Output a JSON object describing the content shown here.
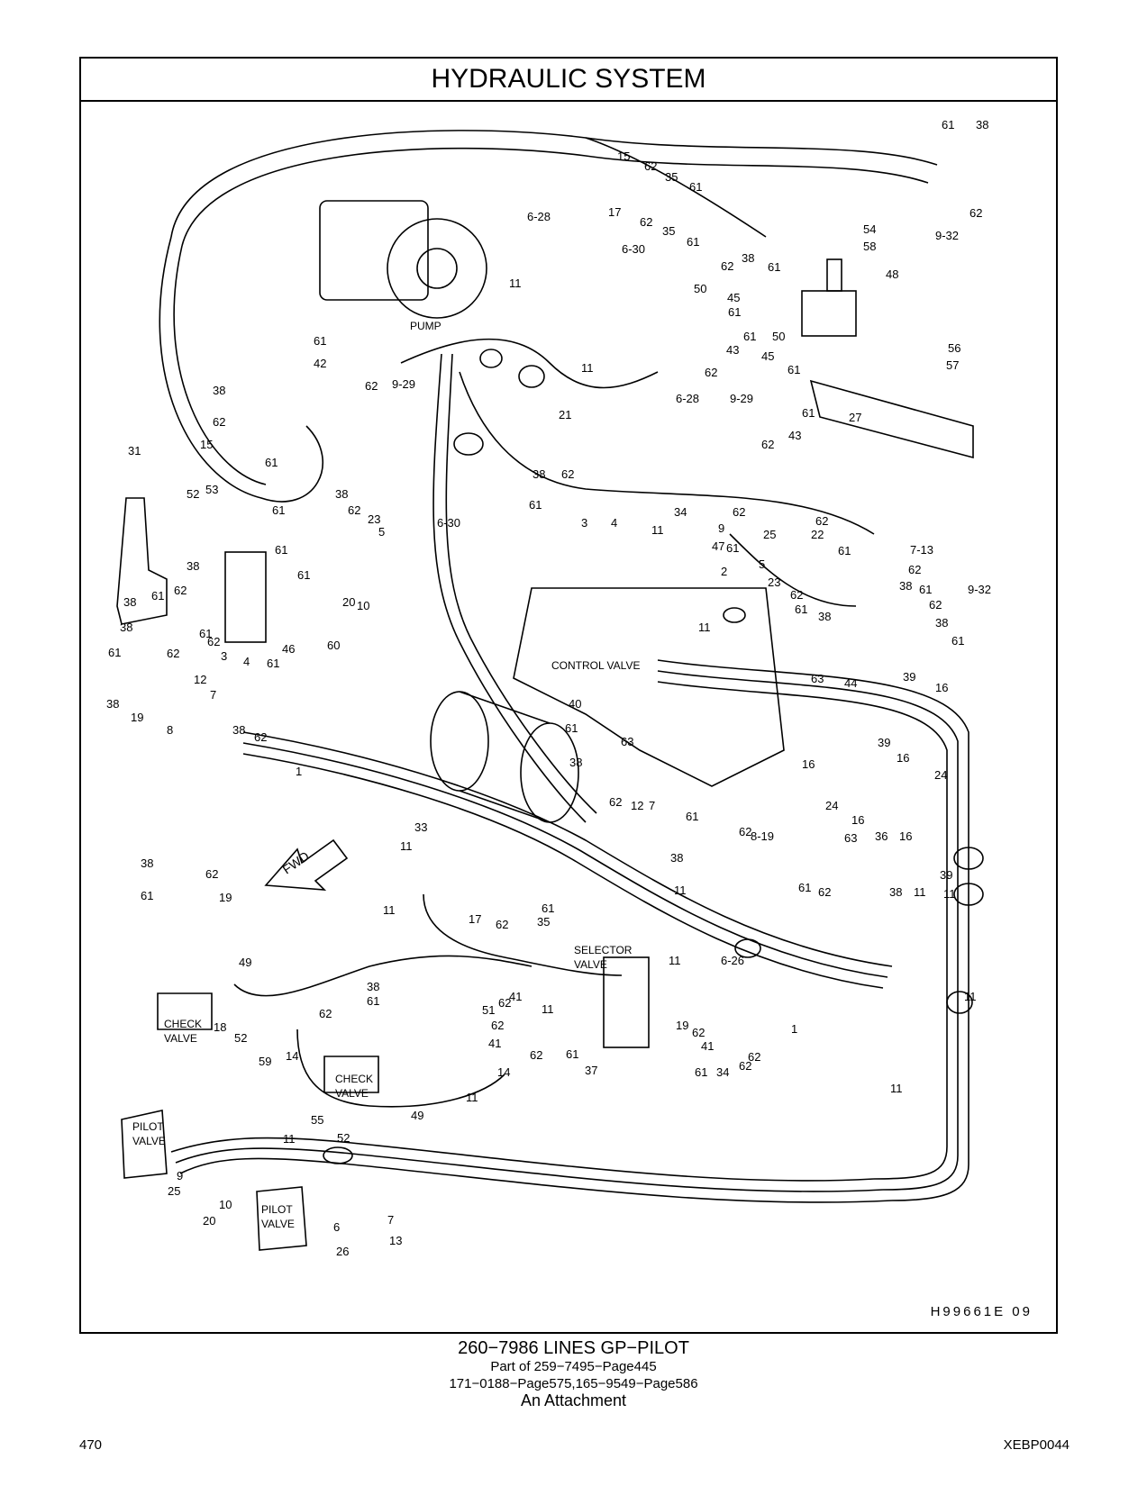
{
  "header": {
    "title": "HYDRAULIC   SYSTEM"
  },
  "diagram": {
    "drawing_id": "H99661E   09",
    "component_labels": {
      "pump": "PUMP",
      "control_valve": "CONTROL  VALVE",
      "selector_valve_1": "SELECTOR",
      "selector_valve_2": "VALVE",
      "check_valve_a_1": "CHECK",
      "check_valve_a_2": "VALVE",
      "check_valve_b_1": "CHECK",
      "check_valve_b_2": "VALVE",
      "pilot_valve_a_1": "PILOT",
      "pilot_valve_a_2": "VALVE",
      "pilot_valve_b_1": "PILOT",
      "pilot_valve_b_2": "VALVE",
      "fwd": "FWD"
    },
    "callouts": [
      "61",
      "38",
      "15",
      "62",
      "35",
      "61",
      "17",
      "62",
      "35",
      "61",
      "6-28",
      "6-30",
      "62",
      "38",
      "61",
      "54",
      "58",
      "48",
      "9-32",
      "62",
      "50",
      "45",
      "61",
      "61",
      "43",
      "62",
      "50",
      "45",
      "61",
      "43",
      "62",
      "61",
      "27",
      "56",
      "57",
      "6-28",
      "9-29",
      "11",
      "11",
      "21",
      "61",
      "42",
      "62",
      "9-29",
      "38",
      "62",
      "15",
      "61",
      "31",
      "52",
      "53",
      "38",
      "61",
      "62",
      "23",
      "5",
      "61",
      "61",
      "38",
      "62",
      "20",
      "10",
      "38",
      "61",
      "38",
      "61",
      "61",
      "62",
      "3",
      "4",
      "61",
      "46",
      "60",
      "62",
      "12",
      "7",
      "38",
      "19",
      "8",
      "38",
      "62",
      "1",
      "6-30",
      "38",
      "62",
      "61",
      "3",
      "4",
      "11",
      "34",
      "62",
      "9",
      "47",
      "61",
      "2",
      "25",
      "62",
      "22",
      "61",
      "5",
      "23",
      "62",
      "61",
      "38",
      "7-13",
      "62",
      "38",
      "61",
      "9-32",
      "62",
      "38",
      "61",
      "11",
      "63",
      "44",
      "39",
      "16",
      "40",
      "61",
      "63",
      "38",
      "62",
      "12",
      "7",
      "16",
      "39",
      "16",
      "24",
      "24",
      "61",
      "62",
      "8-19",
      "16",
      "63",
      "36",
      "16",
      "39",
      "11",
      "11",
      "33",
      "11",
      "38",
      "11",
      "38",
      "62",
      "61",
      "19",
      "11",
      "17",
      "62",
      "35",
      "61",
      "61",
      "62",
      "38",
      "11",
      "6-26",
      "11",
      "49",
      "38",
      "61",
      "62",
      "51",
      "62",
      "41",
      "11",
      "18",
      "52",
      "59",
      "14",
      "41",
      "62",
      "62",
      "61",
      "37",
      "14",
      "19",
      "62",
      "41",
      "62",
      "1",
      "61",
      "34",
      "62",
      "11",
      "11",
      "55",
      "49",
      "52",
      "11",
      "9",
      "25",
      "10",
      "20",
      "6",
      "26",
      "7",
      "13"
    ]
  },
  "caption": {
    "main": "260−7986   LINES  GP−PILOT",
    "line2": "Part of 259−7495−Page445",
    "line3": "171−0188−Page575,165−9549−Page586",
    "line4": "An Attachment"
  },
  "footer": {
    "page_number": "470",
    "doc_id": "XEBP0044"
  }
}
